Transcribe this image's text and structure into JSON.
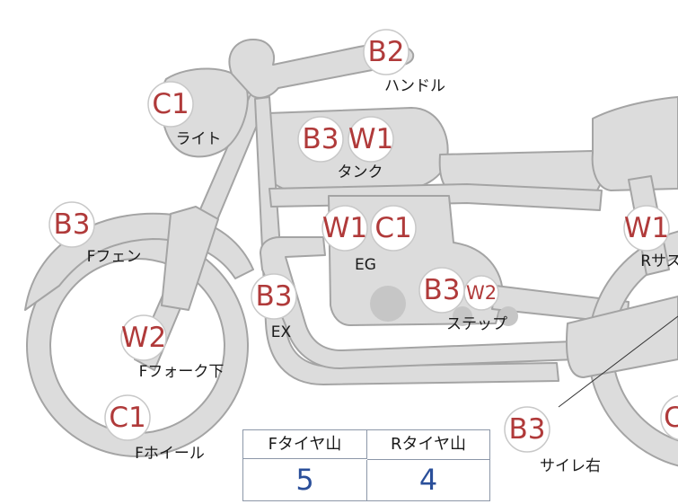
{
  "parts": [
    {
      "id": "handle",
      "badges": [
        "B2"
      ],
      "label": "ハンドル"
    },
    {
      "id": "light",
      "badges": [
        "C1"
      ],
      "label": "ライト"
    },
    {
      "id": "tank",
      "badges": [
        "B3",
        "W1"
      ],
      "label": "タンク"
    },
    {
      "id": "front-fender",
      "badges": [
        "B3"
      ],
      "label": "Fフェン"
    },
    {
      "id": "engine",
      "badges": [
        "W1",
        "C1"
      ],
      "label": "EG"
    },
    {
      "id": "exhaust",
      "badges": [
        "B3"
      ],
      "label": "EX"
    },
    {
      "id": "step",
      "badges": [
        "B3",
        "W2"
      ],
      "label": "ステップ"
    },
    {
      "id": "rear-sus",
      "badges": [
        "W1"
      ],
      "label": "Rサス"
    },
    {
      "id": "front-fork-lower",
      "badges": [
        "W2"
      ],
      "label": "Fフォーク下"
    },
    {
      "id": "front-wheel",
      "badges": [
        "C1"
      ],
      "label": "Fホイール"
    },
    {
      "id": "muffler-right",
      "badges": [
        "B3"
      ],
      "label": "サイレ右"
    },
    {
      "id": "rear-right-edge",
      "badges": [
        "C"
      ],
      "label": ""
    }
  ],
  "tire_table": {
    "headers": [
      "Fタイヤ山",
      "Rタイヤ山"
    ],
    "values": [
      "5",
      "4"
    ]
  },
  "colors": {
    "badge_text": "#b03a3a",
    "bike_fill": "#dcdcdc",
    "bike_stroke": "#a4a4a4",
    "table_value": "#2a4f9a",
    "table_border": "#8c97a8"
  }
}
